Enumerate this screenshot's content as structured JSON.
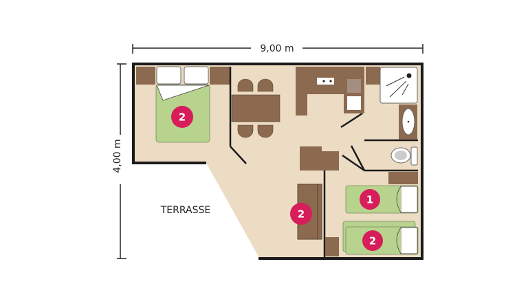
{
  "dimensions": {
    "width_label": "9,00 m",
    "height_label": "4,00 m"
  },
  "terrace_label": "TERRASSE",
  "beds": [
    {
      "room": "master-bedroom",
      "sleeps": "2"
    },
    {
      "room": "living-room-sofa",
      "sleeps": "2"
    },
    {
      "room": "twin-bedroom-single",
      "sleeps": "1"
    },
    {
      "room": "twin-bedroom-bunk",
      "sleeps": "2"
    }
  ],
  "colors": {
    "floor": "#ecdcc3",
    "furniture": "#8b6a4f",
    "bed": "#b7d38d",
    "badge": "#d71d5a",
    "wall": "#1b1b1b"
  }
}
